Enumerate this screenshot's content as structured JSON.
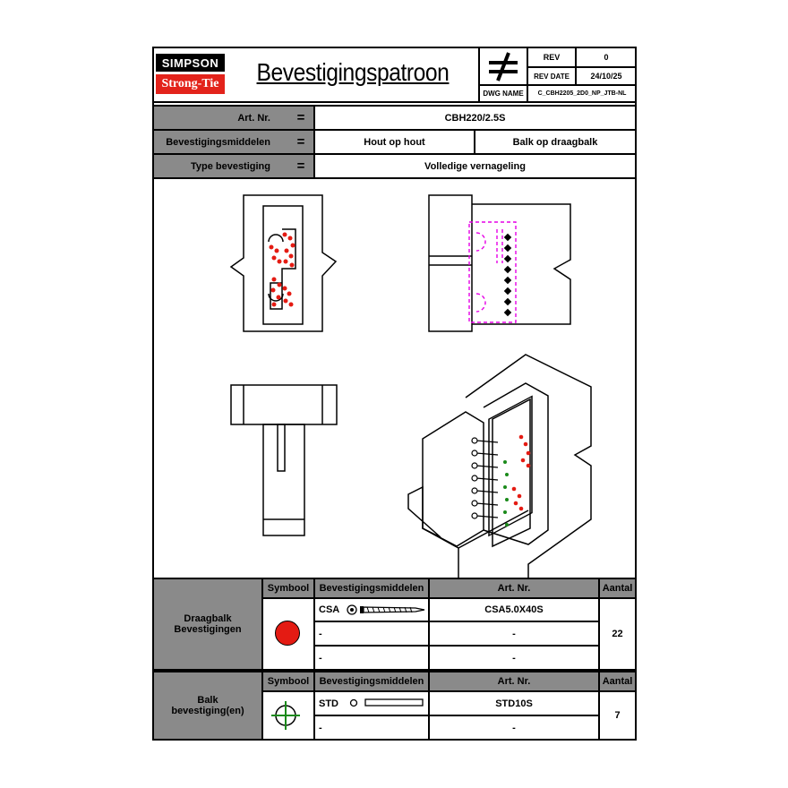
{
  "header": {
    "brand_top": "SIMPSON",
    "brand_bottom": "Strong-Tie",
    "title": "Bevestigingspatroon",
    "rev_label": "REV",
    "rev_value": "0",
    "rev_date_label": "REV DATE",
    "rev_date_value": "24/10/25",
    "dwg_name_label": "DWG NAME",
    "dwg_name_value": "C_CBH2205_2D0_NP_JTB-NL"
  },
  "info": {
    "art_label": "Art. Nr.",
    "art_value": "CBH220/2.5S",
    "means_label": "Bevestigingsmiddelen",
    "means_value_1": "Hout op hout",
    "means_value_2": "Balk op draagbalk",
    "type_label": "Type bevestiging",
    "type_value": "Volledige vernageling",
    "equals": "="
  },
  "table1": {
    "group_label_1": "Draagbalk",
    "group_label_2": "Bevestigingen",
    "col_symbol": "Symbool",
    "col_means": "Bevestigingsmiddelen",
    "col_art": "Art. Nr.",
    "col_qty": "Aantal",
    "rows": [
      {
        "means": "CSA",
        "art": "CSA5.0X40S"
      },
      {
        "means": "-",
        "art": "-"
      },
      {
        "means": "-",
        "art": "-"
      }
    ],
    "qty": "22",
    "symbol_color": "#e41b13"
  },
  "table2": {
    "group_label_1": "Balk",
    "group_label_2": "bevestiging(en)",
    "col_symbol": "Symbool",
    "col_means": "Bevestigingsmiddelen",
    "col_art": "Art. Nr.",
    "col_qty": "Aantal",
    "rows": [
      {
        "means": "STD",
        "art": "STD10S"
      },
      {
        "means": "-",
        "art": "-"
      }
    ],
    "qty": "7",
    "symbol_color": "#1a8a1a"
  }
}
